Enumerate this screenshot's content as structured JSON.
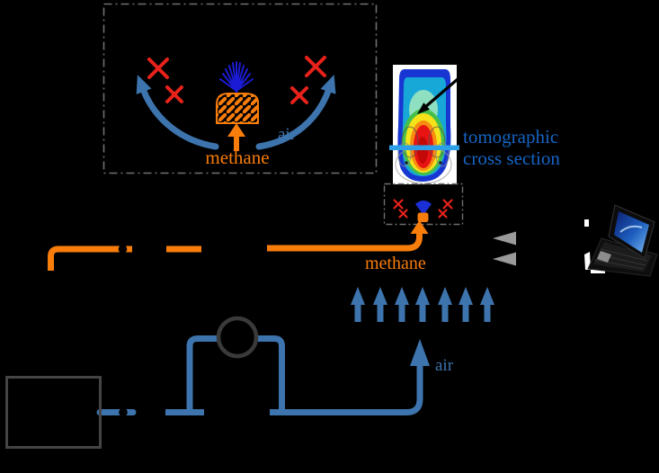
{
  "scene": {
    "description": "schematic of flame tomography experiment",
    "background": "#000000"
  },
  "labels": {
    "inset_methane": "methane",
    "inset_air": "air",
    "tomographic_line1": "tomographic",
    "tomographic_line2": "cross section",
    "pipe_methane": "methane",
    "pipe_air": "air"
  },
  "colors": {
    "flow_blue": "#3d74ad",
    "methane_orange": "#f87d0b",
    "marker_red": "#e8221a",
    "caption_blue": "#1565c4",
    "cross_section_cyan": "#2da0e8",
    "equipment_box_gray": "#444444",
    "dashed_border_gray": "#6f6f6f",
    "camera_arrow_gray": "#9a9a9a",
    "flame_blue": "#1b1bd6"
  },
  "icons": {
    "recirculation_inset": "dashed-box-with-burner-and-air-recirculation",
    "flame_photo": "tomography-flame-color-map",
    "pump_symbol": "circle-pump",
    "valve_dots": "black-valve-dot",
    "camera_arrows": "left-pointing-gray-arrowheads",
    "laptop": "laptop-photo"
  }
}
